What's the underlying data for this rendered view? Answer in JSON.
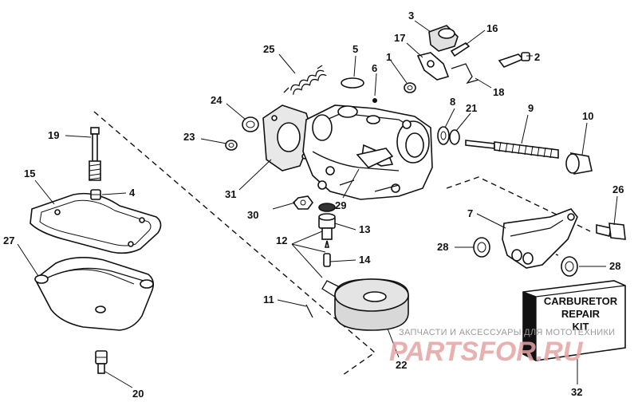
{
  "labels": {
    "l1": "1",
    "l2": "2",
    "l3": "3",
    "l4": "4",
    "l5": "5",
    "l6": "6",
    "l7": "7",
    "l8": "8",
    "l9": "9",
    "l10": "10",
    "l11": "11",
    "l12": "12",
    "l13": "13",
    "l14": "14",
    "l15": "15",
    "l16": "16",
    "l17": "17",
    "l18": "18",
    "l19": "19",
    "l20": "20",
    "l21": "21",
    "l22": "22",
    "l23": "23",
    "l24": "24",
    "l25": "25",
    "l26": "26",
    "l27": "27",
    "l28a": "28",
    "l28b": "28",
    "l29": "29",
    "l30": "30",
    "l31": "31",
    "l32": "32"
  },
  "kit": {
    "line1": "CARBURETOR",
    "line2": "REPAIR",
    "line3": "KIT"
  },
  "watermark": {
    "caption": "ЗАПЧАСТИ И АКСЕССУАРЫ ДЛЯ МОТОТЕХНИКИ",
    "brand": "PARTSFOR.RU"
  }
}
